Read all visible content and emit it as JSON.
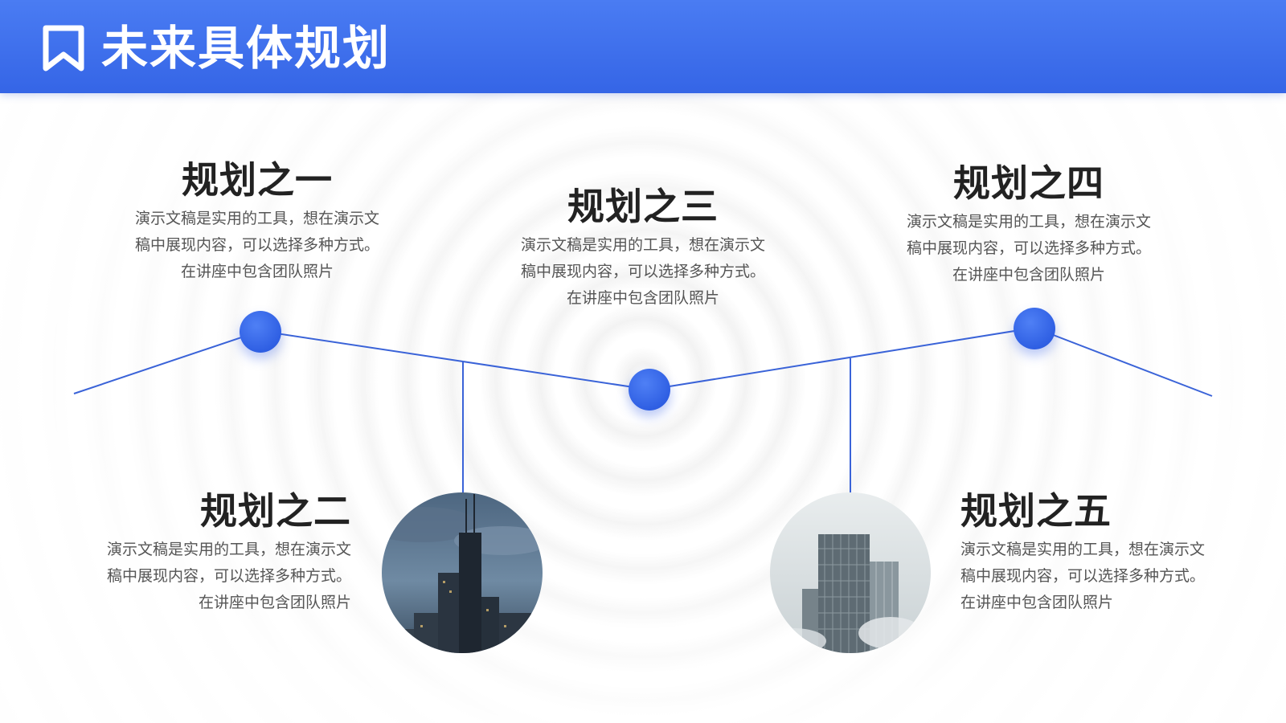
{
  "header": {
    "title": "未来具体规划",
    "icon": "bookmark-icon"
  },
  "colors": {
    "accent": "#3565e6",
    "line": "#3a63d8",
    "title_text": "#222222",
    "body_text": "#555555"
  },
  "plans": [
    {
      "title": "规划之一",
      "desc": "演示文稿是实用的工具，想在演示文稿中展现内容，可以选择多种方式。在讲座中包含团队照片"
    },
    {
      "title": "规划之二",
      "desc": "演示文稿是实用的工具，想在演示文稿中展现内容，可以选择多种方式。在讲座中包含团队照片"
    },
    {
      "title": "规划之三",
      "desc": "演示文稿是实用的工具，想在演示文稿中展现内容，可以选择多种方式。在讲座中包含团队照片"
    },
    {
      "title": "规划之四",
      "desc": "演示文稿是实用的工具，想在演示文稿中展现内容，可以选择多种方式。在讲座中包含团队照片"
    },
    {
      "title": "规划之五",
      "desc": "演示文稿是实用的工具，想在演示文稿中展现内容，可以选择多种方式。在讲座中包含团队照片"
    }
  ],
  "photos": [
    {
      "subject": "city-skyscraper-dusk"
    },
    {
      "subject": "glass-office-towers"
    }
  ]
}
